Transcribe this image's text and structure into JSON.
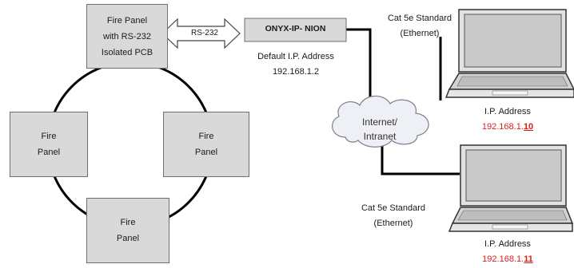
{
  "fire_panels": {
    "main": {
      "lines": [
        "Fire Panel",
        "with RS-232",
        "Isolated PCB"
      ]
    },
    "left": {
      "lines": [
        "Fire",
        "Panel"
      ]
    },
    "right": {
      "lines": [
        "Fire",
        "Panel"
      ]
    },
    "bottom": {
      "lines": [
        "Fire",
        "Panel"
      ]
    }
  },
  "rs232_label": "RS-232",
  "onyx": {
    "label": "ONYX-IP- NION",
    "address_caption": "Default I.P. Address",
    "address": "192.168.1.2"
  },
  "cloud_label": {
    "line1": "Internet/",
    "line2": "Intranet"
  },
  "laptop_top": {
    "cable_line1": "Cat 5e Standard",
    "cable_line2": "(Ethernet)",
    "ip_caption": "I.P. Address",
    "ip_prefix": "192.168.1.",
    "ip_suffix": "10"
  },
  "laptop_bottom": {
    "cable_line1": "Cat 5e Standard",
    "cable_line2": "(Ethernet)",
    "ip_caption": "I.P. Address",
    "ip_prefix": "192.168.1.",
    "ip_suffix": "11"
  },
  "colors": {
    "panel_fill": "#d9d9d9",
    "ip_highlight": "#e31b1b",
    "cloud_fill": "#eef0f6"
  }
}
